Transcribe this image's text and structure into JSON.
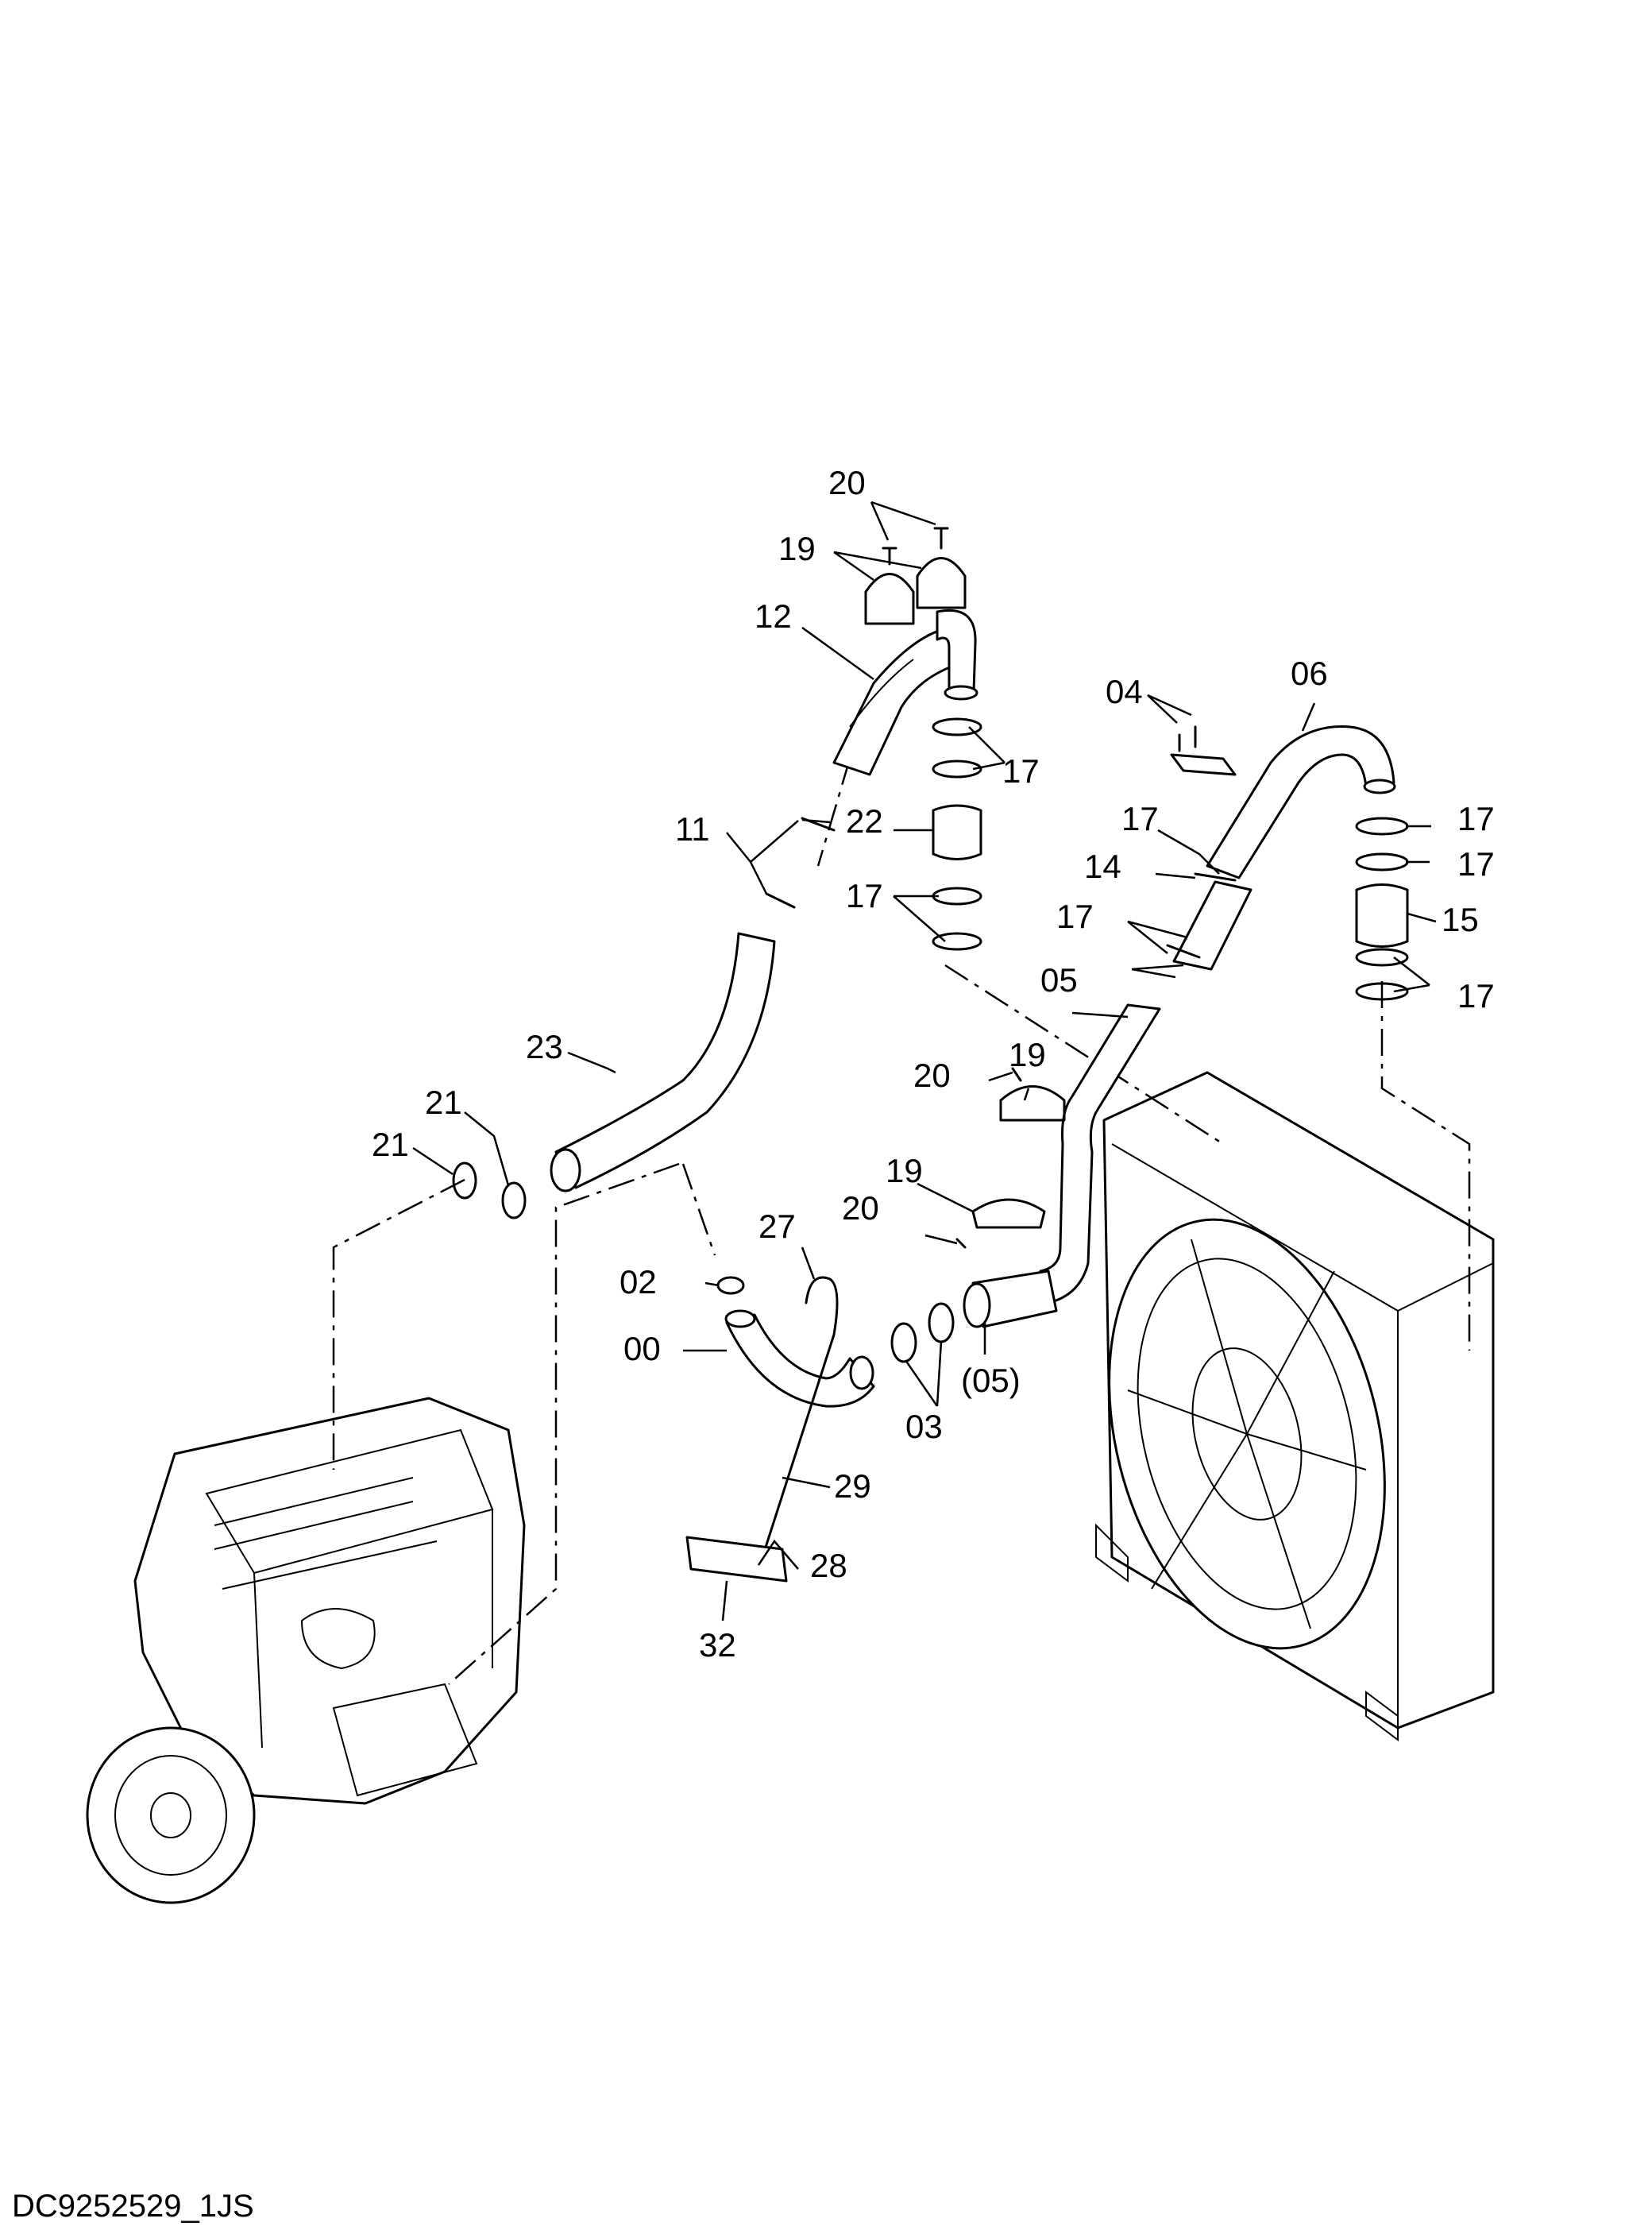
{
  "diagram": {
    "document_id": "DC9252529_1JS",
    "callouts": [
      {
        "id": "c20a",
        "text": "20"
      },
      {
        "id": "c19a",
        "text": "19"
      },
      {
        "id": "c12",
        "text": "12"
      },
      {
        "id": "c04",
        "text": "04"
      },
      {
        "id": "c06",
        "text": "06"
      },
      {
        "id": "c17a",
        "text": "17"
      },
      {
        "id": "c17b",
        "text": "17"
      },
      {
        "id": "c17c",
        "text": "17"
      },
      {
        "id": "c17d",
        "text": "17"
      },
      {
        "id": "c17e",
        "text": "17"
      },
      {
        "id": "c17f",
        "text": "17"
      },
      {
        "id": "c17g",
        "text": "17"
      },
      {
        "id": "c11",
        "text": "11"
      },
      {
        "id": "c22",
        "text": "22"
      },
      {
        "id": "c14",
        "text": "14"
      },
      {
        "id": "c15",
        "text": "15"
      },
      {
        "id": "c05",
        "text": "05"
      },
      {
        "id": "c23",
        "text": "23"
      },
      {
        "id": "c21a",
        "text": "21"
      },
      {
        "id": "c21b",
        "text": "21"
      },
      {
        "id": "c20b",
        "text": "20"
      },
      {
        "id": "c19b",
        "text": "19"
      },
      {
        "id": "c19c",
        "text": "19"
      },
      {
        "id": "c20c",
        "text": "20"
      },
      {
        "id": "c27",
        "text": "27"
      },
      {
        "id": "c02",
        "text": "02"
      },
      {
        "id": "c00",
        "text": "00"
      },
      {
        "id": "c05p",
        "text": "(05)"
      },
      {
        "id": "c03",
        "text": "03"
      },
      {
        "id": "c29",
        "text": "29"
      },
      {
        "id": "c28",
        "text": "28"
      },
      {
        "id": "c32",
        "text": "32"
      }
    ]
  }
}
